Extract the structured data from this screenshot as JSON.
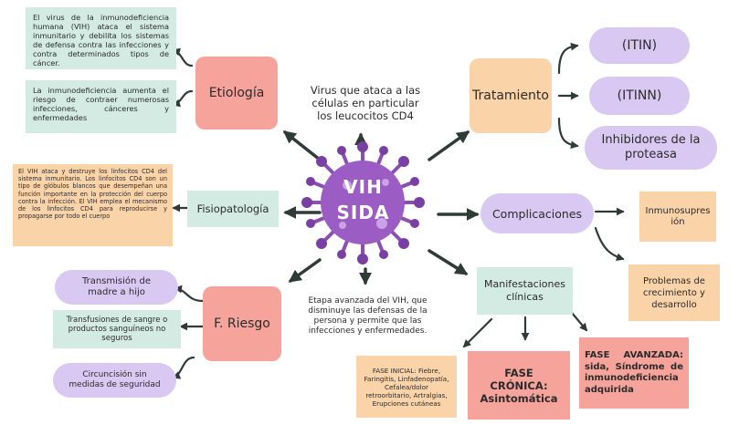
{
  "center": {
    "line1": "VIH",
    "line2": "SIDA"
  },
  "top_caption": "Virus que ataca a las células en particular los leucocitos CD4",
  "bottom_caption": "Etapa avanzada del VIH, que disminuye las defensas de la persona y permite que las infecciones y enfermedades.",
  "etiologia": {
    "label": "Etiología",
    "notes": [
      "El virus de la inmunodeficiencia humana (VIH) ataca el sistema inmunitario y debilita los sistemas de defensa contra las infecciones y contra determinados tipos de cáncer.",
      "La inmunodeficiencia aumenta el riesgo de contraer numerosas infecciones, cánceres y enfermedades"
    ]
  },
  "fisiopatologia": {
    "label": "Fisiopatología",
    "note": "El VIH ataca y destruye los linfocitos CD4 del sistema inmunitario. Los linfocitos CD4 son un tipo de glóbulos blancos que desempeñan una función importante en la protección del cuerpo contra la infección. El VIH emplea el mecanismo de los linfocitos CD4 para reproducirse y propagarse por todo el cuerpo"
  },
  "riesgo": {
    "label": "F. Riesgo",
    "items": [
      "Transmisión de madre a hijo",
      "Transfusiones de sangre o productos sanguíneos no seguros",
      "Circuncisión sin medidas de seguridad"
    ]
  },
  "tratamiento": {
    "label": "Tratamiento",
    "items": [
      "(ITIN)",
      "(ITINN)",
      "Inhibidores de la proteasa"
    ]
  },
  "complicaciones": {
    "label": "Complicaciones",
    "items": [
      "Inmunosupresión",
      "Problemas de crecimiento y desarrollo"
    ]
  },
  "manifestaciones": {
    "label": "Manifestaciones clínicas",
    "phases": [
      "FASE INICIAL: Fiebre, Faringitis, Linfadenopatía, Cefalea/dolor retroorbitario, Artralgias, Erupciones cutáneas",
      "FASE CRÓNICA: Asintomática",
      "FASE AVANZADA: sida, Síndrome de inmunodeficiencia adquirida"
    ]
  },
  "colors": {
    "mint": "#d4ebe4",
    "salmon": "#f6a39b",
    "peach": "#fbd3a9",
    "lavender": "#d9c8f2",
    "virus": "#8a4fb0",
    "arrow": "#2f3b36"
  }
}
